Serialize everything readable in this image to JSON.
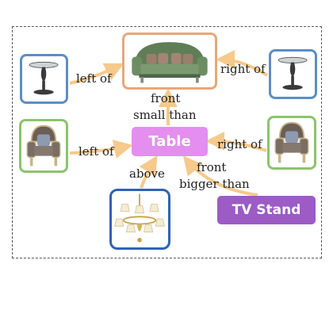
{
  "diagram": {
    "nodes": {
      "table": {
        "label": "Table",
        "color": "#e48ef0"
      },
      "tv_stand": {
        "label": "TV Stand",
        "color": "#9c5bc5"
      }
    },
    "images": {
      "sofa": {
        "icon": "sofa-image",
        "border": "#e8a77a"
      },
      "table_top_left": {
        "icon": "round-side-table-image",
        "border": "#5b8ec7"
      },
      "table_top_right": {
        "icon": "round-side-table-image",
        "border": "#5b8ec7"
      },
      "armchair_left": {
        "icon": "armchair-image",
        "border": "#8cc46c"
      },
      "armchair_right": {
        "icon": "armchair-image",
        "border": "#8cc46c"
      },
      "chandelier": {
        "icon": "chandelier-image",
        "border": "#2f62b8"
      }
    },
    "edges": {
      "table_left_of_sofa": "left of",
      "table_right_of_sofa": "right of",
      "table_to_sofa_front": "front",
      "table_to_sofa_small": "small than",
      "armchair_left_of_table": "left of",
      "armchair_right_of_table": "right of",
      "chandelier_above_table": "above",
      "tvstand_front": "front",
      "tvstand_bigger": "bigger than"
    },
    "arrow_color": "#f7c98a"
  }
}
